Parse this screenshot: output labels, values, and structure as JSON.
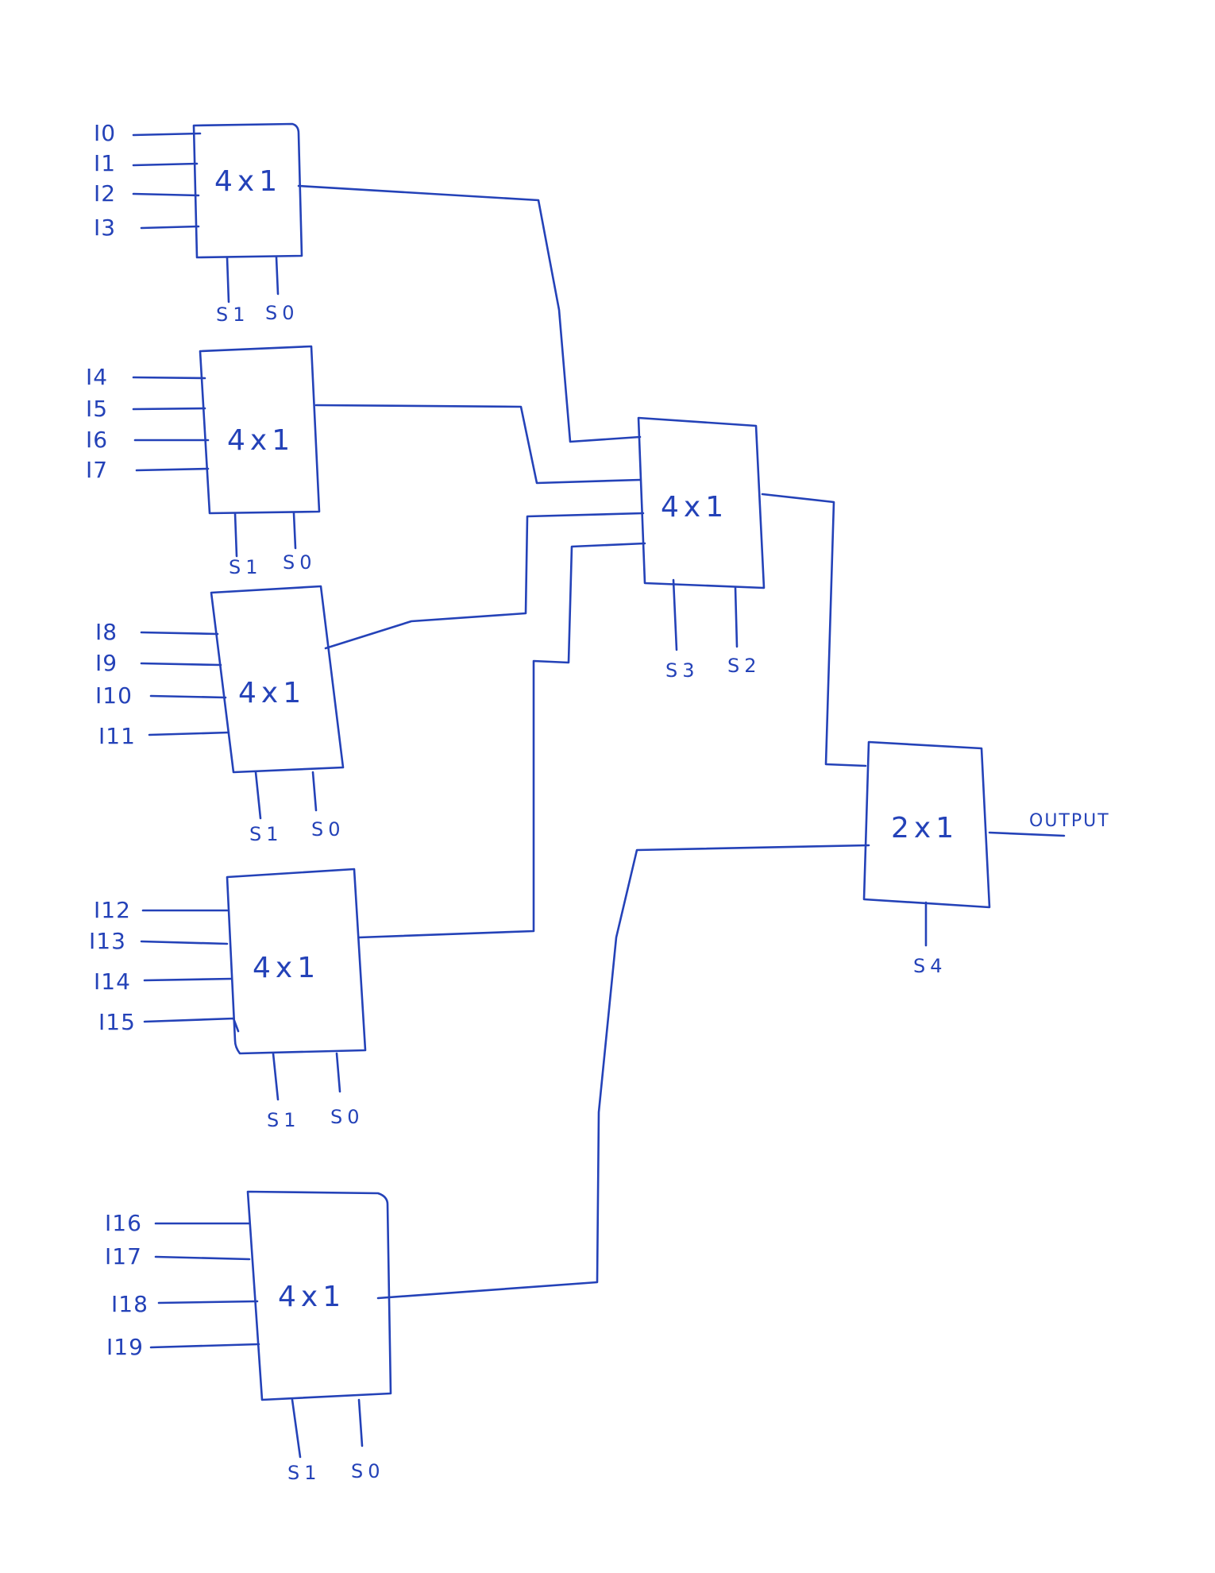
{
  "colors": {
    "ink": "#2442b8",
    "paper": "#ffffff"
  },
  "first_stage": [
    {
      "label": "4x1",
      "inputs": [
        "I0",
        "I1",
        "I2",
        "I3"
      ],
      "selects": [
        "S1",
        "S0"
      ]
    },
    {
      "label": "4x1",
      "inputs": [
        "I4",
        "I5",
        "I6",
        "I7"
      ],
      "selects": [
        "S1",
        "S0"
      ]
    },
    {
      "label": "4x1",
      "inputs": [
        "I8",
        "I9",
        "I10",
        "I11"
      ],
      "selects": [
        "S1",
        "S0"
      ]
    },
    {
      "label": "4x1",
      "inputs": [
        "I12",
        "I13",
        "I14",
        "I15"
      ],
      "selects": [
        "S1",
        "S0"
      ]
    },
    {
      "label": "4x1",
      "inputs": [
        "I16",
        "I17",
        "I18",
        "I19"
      ],
      "selects": [
        "S1",
        "S0"
      ]
    }
  ],
  "second_stage": {
    "label": "4x1",
    "selects": [
      "S3",
      "S2"
    ]
  },
  "final_stage": {
    "label": "2x1",
    "select": "S4",
    "output": "OUTPUT"
  }
}
